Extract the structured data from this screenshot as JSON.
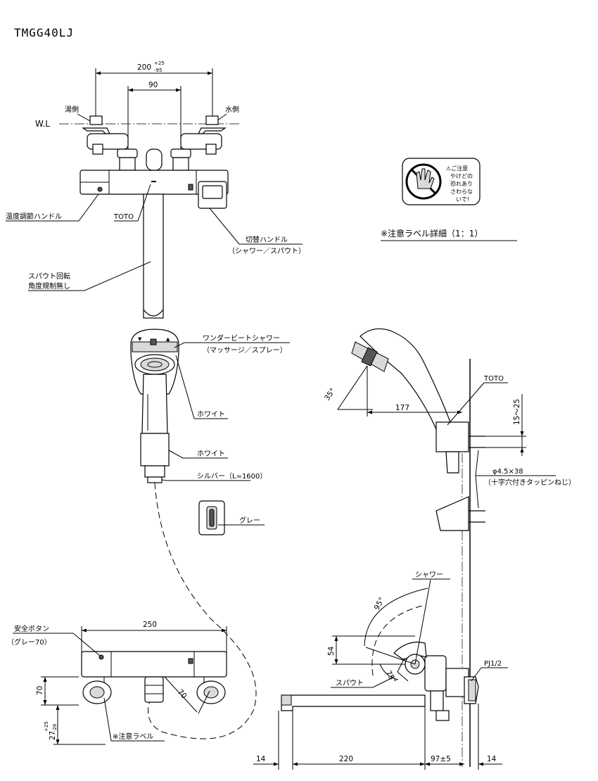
{
  "model": "TMGG40LJ",
  "top_view": {
    "dim_total": "200",
    "dim_total_plus": "+25",
    "dim_total_minus": "-95",
    "dim_inner": "90",
    "hot_side": "湯側",
    "cold_side": "水側",
    "water_line": "W.L",
    "brand": "TOTO",
    "temp_handle": "温度調節ハンドル",
    "switch_handle": "切替ハンドル",
    "switch_handle_sub": "（シャワー／スパウト）",
    "spout_note_1": "スパウト回転",
    "spout_note_2": "角度規制無し"
  },
  "caution_label": {
    "caption": "※注意ラベル詳細（1：1）",
    "text_lines": [
      "⚠ご注意",
      "やけどの",
      "恐れあり",
      "さわらな",
      "いで!"
    ]
  },
  "shower": {
    "name": "ワンダービートシャワー",
    "mode": "（マッサージ／スプレー）",
    "color_head": "ホワイト",
    "color_grip": "ホワイト",
    "hose": "シルバー（L=1600）",
    "holder_color": "グレー"
  },
  "side_view": {
    "angle_head": "35°",
    "dim_177": "177",
    "brand": "TOTO",
    "dim_15_25": "15～25",
    "screw": "φ4.5×38",
    "screw_sub": "（十字穴付きタッピンねじ）"
  },
  "front_view": {
    "safety_button": "安全ボタン",
    "safety_color": "（グレー70）",
    "dim_250": "250",
    "dim_70_v": "70",
    "dim_70_d": "70",
    "dim_27": "27",
    "dim_27_plus": "+25",
    "dim_27_minus": "-26",
    "caution_label_ref": "※注意ラベル"
  },
  "spout_view": {
    "shower": "シャワー",
    "spout": "スパウト",
    "angle_95": "95°",
    "angle_75": "75°",
    "dim_54": "54",
    "pipe": "PJ1/2",
    "dim_14_left": "14",
    "dim_220": "220",
    "dim_97": "97±5",
    "dim_14_right": "14"
  },
  "colors": {
    "line": "#000000",
    "grey_part": "#d9d9d9",
    "dark_part": "#555555"
  }
}
